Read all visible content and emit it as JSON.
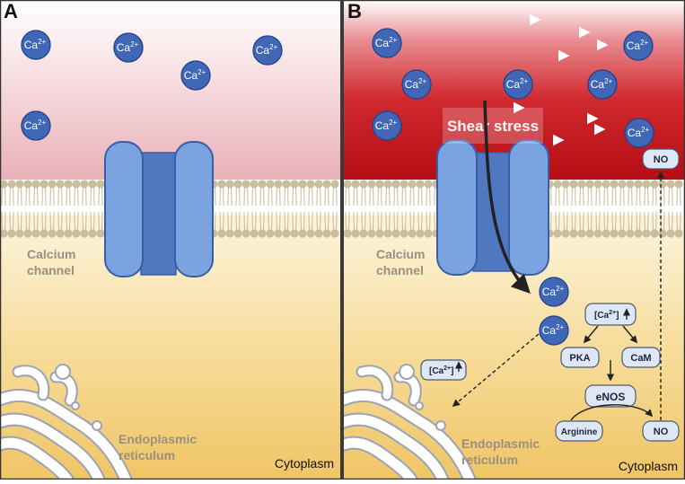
{
  "panels": {
    "a": {
      "letter": "A",
      "ions": [
        {
          "base": "Ca",
          "sup": "2+"
        },
        {
          "base": "Ca",
          "sup": "2+"
        },
        {
          "base": "Ca",
          "sup": "2+"
        },
        {
          "base": "Ca",
          "sup": "2+"
        },
        {
          "base": "Ca",
          "sup": "2+"
        }
      ],
      "channel_label": [
        "Calcium",
        "channel"
      ],
      "er_label": [
        "Endoplasmic",
        "reticulum"
      ],
      "cytoplasm_label": "Cytoplasm"
    },
    "b": {
      "letter": "B",
      "ions": [
        {
          "base": "Ca",
          "sup": "2+"
        },
        {
          "base": "Ca",
          "sup": "2+"
        },
        {
          "base": "Ca",
          "sup": "2+"
        },
        {
          "base": "Ca",
          "sup": "2+"
        },
        {
          "base": "Ca",
          "sup": "2+"
        },
        {
          "base": "Ca",
          "sup": "2+"
        },
        {
          "base": "Ca",
          "sup": "2+"
        },
        {
          "base": "Ca",
          "sup": "2+"
        },
        {
          "base": "Ca",
          "sup": "2+"
        }
      ],
      "shear_label": "Shear stress",
      "channel_label": [
        "Calcium",
        "channel"
      ],
      "er_label": [
        "Endoplasmic",
        "reticulum"
      ],
      "cytoplasm_label": "Cytoplasm",
      "er_ca_box": {
        "open": "[Ca",
        "sup": "2+",
        "close": "]"
      },
      "pathway": {
        "ca_box": {
          "open": "[Ca",
          "sup": "2+",
          "close": "]"
        },
        "pka": "PKA",
        "cam": "CaM",
        "enos": "eNOS",
        "arginine": "Arginine",
        "no_product": "NO",
        "no_released": "NO"
      }
    }
  },
  "colors": {
    "ion_fill": "#3f67b5",
    "ion_stroke": "#23408a",
    "channel_outer": "#7aa3e0",
    "channel_inner": "#4f78c0",
    "channel_stroke": "#3a5ea6",
    "lipid_head": "#c9bd9d",
    "shear_red": "#c81a1e",
    "label_gray": "#9a8f80",
    "node_fill": "#dfe7f4",
    "node_stroke": "#4a5a78",
    "er_fill": "#ffffff",
    "er_stroke": "#9aa3b5"
  }
}
